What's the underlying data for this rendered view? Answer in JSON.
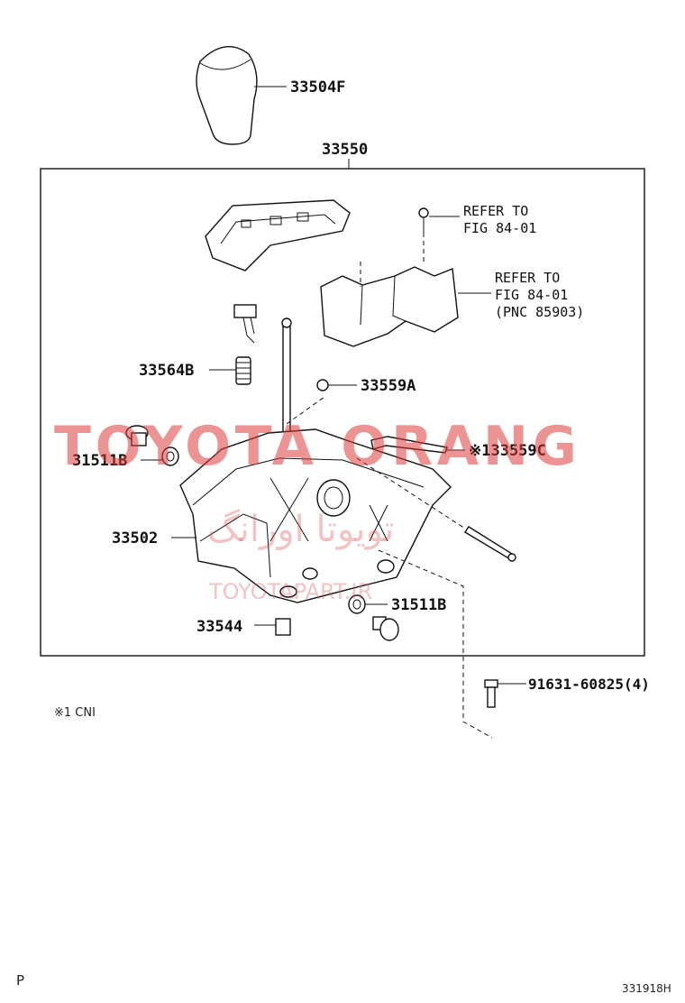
{
  "parts": {
    "knob": "33504F",
    "assembly": "33550",
    "refer1_line1": "REFER TO",
    "refer1_line2": "FIG 84-01",
    "refer2_line1": "REFER TO",
    "refer2_line2": "FIG 84-01",
    "refer2_line3": "(PNC 85903)",
    "spring": "33564B",
    "clip": "33559A",
    "bushing_upper": "31511B",
    "lever_c": "※133559C",
    "housing": "33502",
    "bushing_lower": "31511B",
    "collar": "33544",
    "bolt": "91631-60825(4)"
  },
  "notes": {
    "footnote": "※1 CNI",
    "page_letter": "P",
    "figure_code": "331918H"
  },
  "watermark": {
    "main": "TOYOTA ORANG",
    "arabic": "تویوتا اورانگ",
    "site": "TOYOTAPART.IR"
  },
  "colors": {
    "line": "#111111",
    "watermark": "#dc3c3c"
  }
}
